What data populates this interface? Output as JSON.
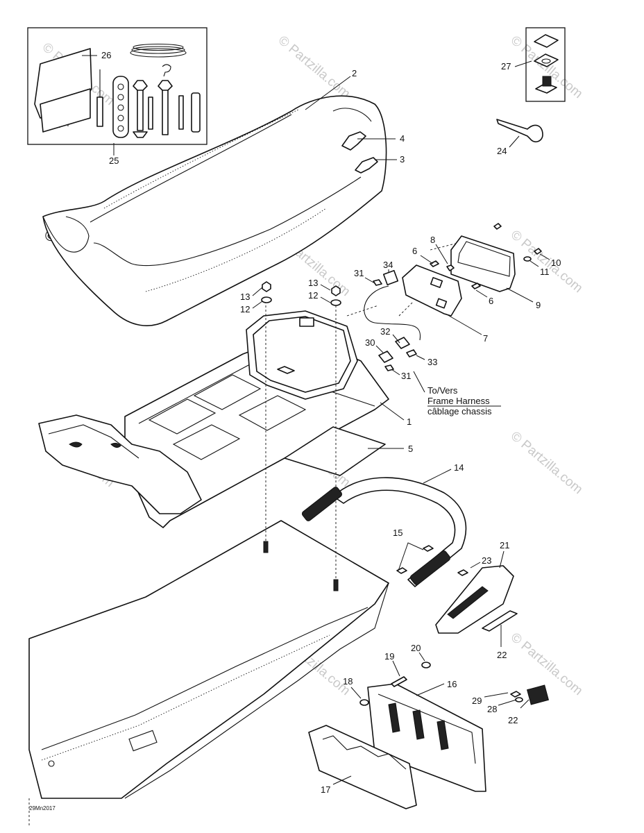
{
  "watermark": {
    "brand": "© Partzilla.com",
    "faint": "© Partzilla.com"
  },
  "callouts": [
    "1",
    "2",
    "3",
    "4",
    "5",
    "6",
    "6",
    "7",
    "8",
    "9",
    "10",
    "11",
    "12",
    "12",
    "13",
    "13",
    "14",
    "15",
    "16",
    "17",
    "18",
    "19",
    "20",
    "21",
    "22",
    "22",
    "23",
    "24",
    "25",
    "26",
    "27",
    "28",
    "29",
    "30",
    "31",
    "31",
    "32",
    "33",
    "34"
  ],
  "harness_label": {
    "line1": "To/Vers",
    "line2": "Frame Harness",
    "line3": "câblage chassis"
  },
  "diagram_code": "29Mn2017"
}
